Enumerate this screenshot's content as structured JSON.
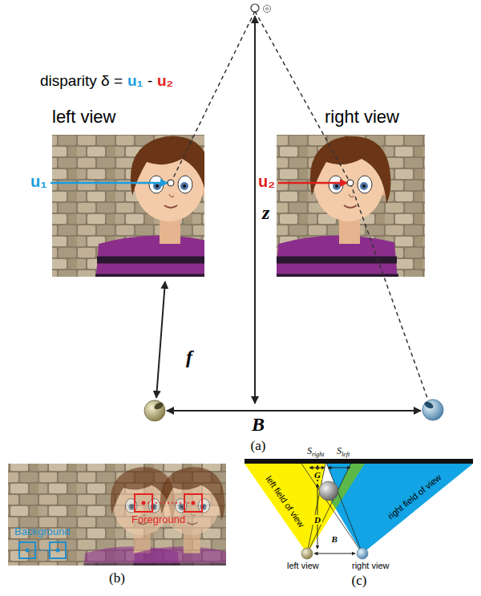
{
  "diagram": {
    "nodes": [
      {
        "text": [
          "left view"
        ]
      },
      {
        "text": [
          "right view"
        ]
      }
    ],
    "labels": [
      "disparity δ =",
      "u₁",
      "-",
      "u₂",
      "u₁",
      "u₂",
      "z",
      "f",
      "B",
      "(a)",
      "Foreground",
      "Background",
      "(b)",
      "S",
      "right",
      "S",
      "left",
      "G",
      "D",
      "left field of view",
      "right field of view",
      "left view",
      "right view",
      "B",
      "(c)"
    ]
  }
}
